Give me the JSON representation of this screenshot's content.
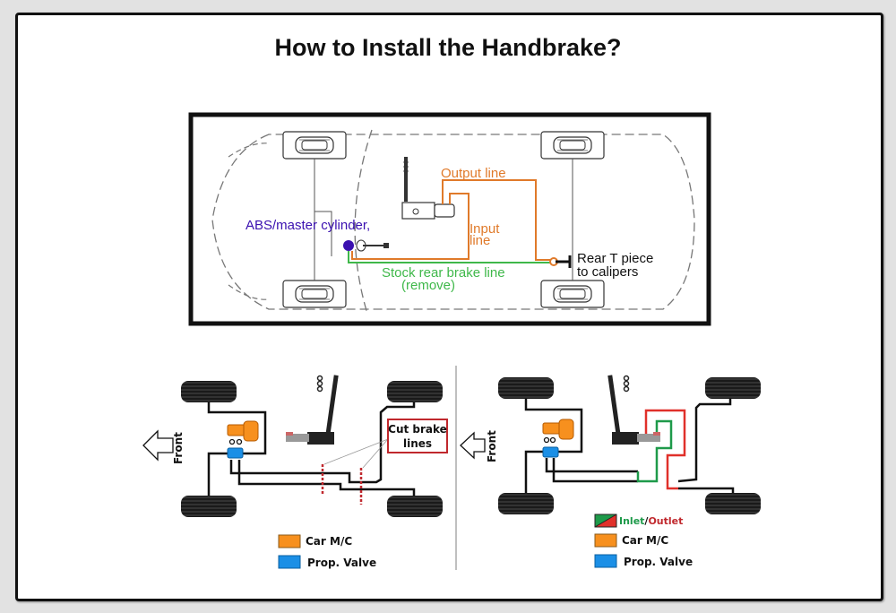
{
  "title": "How to Install the Handbrake?",
  "top_diagram": {
    "labels": {
      "abs": "ABS/master cylinder,",
      "output": "Output line",
      "input1": "Input",
      "input2": "line",
      "stock1": "Stock rear brake line",
      "stock2": "(remove)",
      "rear1": "Rear T piece",
      "rear2": "to calipers"
    },
    "colors": {
      "abs": "#3a10b0",
      "output": "#e07a2a",
      "stock": "#3fb84a",
      "frame": "#111111"
    }
  },
  "left_diagram": {
    "front": "Front",
    "cut1": "Cut brake",
    "cut2": "lines",
    "legend": [
      {
        "label": "Car M/C",
        "color": "#f7901e"
      },
      {
        "label": "Prop. Valve",
        "color": "#1b8fe6"
      }
    ],
    "cut_color": "#c0282d"
  },
  "right_diagram": {
    "front": "Front",
    "legend_inlet": "Inlet",
    "legend_sep": "/",
    "legend_outlet": "Outlet",
    "legend": [
      {
        "label": "Car M/C",
        "color": "#f7901e"
      },
      {
        "label": "Prop. Valve",
        "color": "#1b8fe6"
      }
    ],
    "inlet_color": "#1e9a4a",
    "outlet_color": "#e0302a"
  }
}
